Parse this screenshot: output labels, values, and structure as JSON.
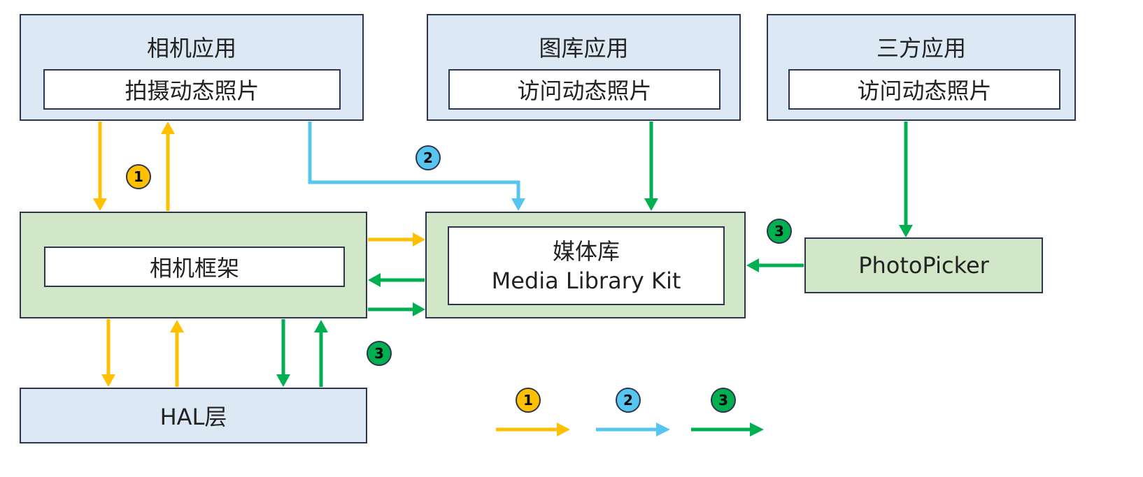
{
  "colors": {
    "flow1": "#ffc000",
    "flow2": "#56c5f0",
    "flow3": "#00b050",
    "layer_blue": "#dde8f5",
    "layer_green": "#d1e7c8",
    "border": "#2f3550"
  },
  "nodes": {
    "camera_app": {
      "title": "相机应用",
      "inner": "拍摄动态照片"
    },
    "gallery_app": {
      "title": "图库应用",
      "inner": "访问动态照片"
    },
    "third_party_app": {
      "title": "三方应用",
      "inner": "访问动态照片"
    },
    "camera_framework": {
      "inner": "相机框架"
    },
    "media_library": {
      "inner_line1": "媒体库",
      "inner_line2": "Media Library Kit"
    },
    "photo_picker": {
      "label": "PhotoPicker"
    },
    "hal": {
      "label": "HAL层"
    }
  },
  "badges": {
    "flow1": "1",
    "flow2": "2",
    "flow3": "3"
  },
  "legend": [
    {
      "badge": "1",
      "flow": "flow1"
    },
    {
      "badge": "2",
      "flow": "flow2"
    },
    {
      "badge": "3",
      "flow": "flow3"
    }
  ]
}
